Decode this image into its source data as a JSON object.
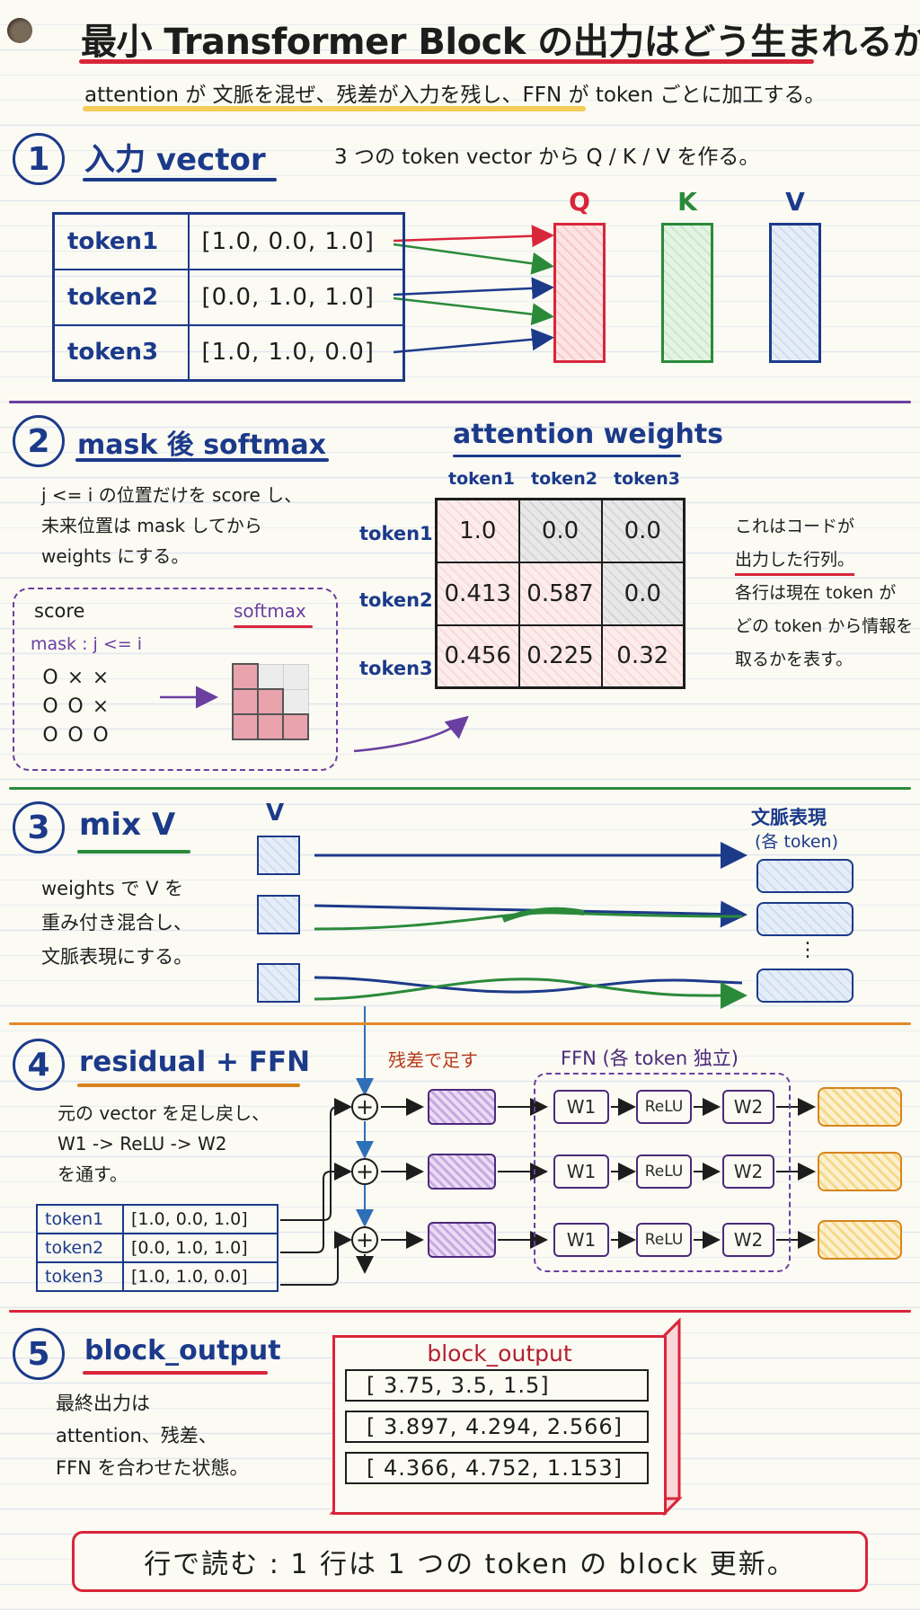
{
  "title": "最小 Transformer Block の出力はどう生まれるか",
  "subtitle": "attention が 文脈を混ぜ、残差が入力を残し、FFN が token ごとに加工する。",
  "colors": {
    "red": "#d8263a",
    "blue": "#1c3a8a",
    "green": "#2a8a3a",
    "purple": "#6a3fa0",
    "orange": "#d8841d"
  },
  "section1": {
    "number": "1",
    "heading": "入力 vector",
    "description": "3 つの token vector から Q / K / V を作る。",
    "rows": [
      {
        "label": "token1",
        "vector": "[1.0, 0.0, 1.0]"
      },
      {
        "label": "token2",
        "vector": "[0.0, 1.0, 1.0]"
      },
      {
        "label": "token3",
        "vector": "[1.0, 1.0, 0.0]"
      }
    ],
    "q_label": "Q",
    "k_label": "K",
    "v_label": "V"
  },
  "section2": {
    "number": "2",
    "heading": "mask 後 softmax",
    "note_lines": [
      "j <= i の位置だけを score し、",
      "未来位置は mask してから",
      "weights にする。"
    ],
    "score_label": "score",
    "mask_label": "mask : j <= i",
    "mask_rows": [
      [
        "O",
        "×",
        "×"
      ],
      [
        "O",
        "O",
        "×"
      ],
      [
        "O",
        "O",
        "O"
      ]
    ],
    "softmax_label": "softmax",
    "table_title": "attention weights",
    "columns": [
      "token1",
      "token2",
      "token3"
    ],
    "rows": [
      {
        "label": "token1",
        "values": [
          "1.0",
          "0.0",
          "0.0"
        ]
      },
      {
        "label": "token2",
        "values": [
          "0.413",
          "0.587",
          "0.0"
        ]
      },
      {
        "label": "token3",
        "values": [
          "0.456",
          "0.225",
          "0.32"
        ]
      }
    ],
    "side_note_lines": [
      "これはコードが",
      "出力した行列。",
      "各行は現在 token が",
      "どの token から情報を",
      "取るかを表す。"
    ]
  },
  "section3": {
    "number": "3",
    "heading": "mix V",
    "note_lines": [
      "weights で V を",
      "重み付き混合し、",
      "文脈表現にする。"
    ],
    "v_label": "V",
    "output_label": "文脈表現",
    "output_sublabel": "(各 token)",
    "ellipsis": "⋮"
  },
  "section4": {
    "number": "4",
    "heading": "residual + FFN",
    "note_lines": [
      "元の vector を足し戻し、",
      "W1 -> ReLU -> W2",
      "を通す。"
    ],
    "residual_label": "残差で足す",
    "ffn_label": "FFN (各 token 独立)",
    "plus": "+",
    "w1": "W1",
    "relu": "ReLU",
    "w2": "W2",
    "rows": [
      {
        "label": "token1",
        "vector": "[1.0, 0.0, 1.0]"
      },
      {
        "label": "token2",
        "vector": "[0.0, 1.0, 1.0]"
      },
      {
        "label": "token3",
        "vector": "[1.0, 1.0, 0.0]"
      }
    ]
  },
  "section5": {
    "number": "5",
    "heading": "block_output",
    "note_lines": [
      "最終出力は",
      "attention、残差、",
      "FFN を合わせた状態。"
    ],
    "box_title": "block_output",
    "rows": [
      "[ 3.75, 3.5, 1.5]",
      "[ 3.897, 4.294, 2.566]",
      "[ 4.366, 4.752, 1.153]"
    ]
  },
  "footer": "行で読む : 1 行は 1 つの token の block 更新。"
}
